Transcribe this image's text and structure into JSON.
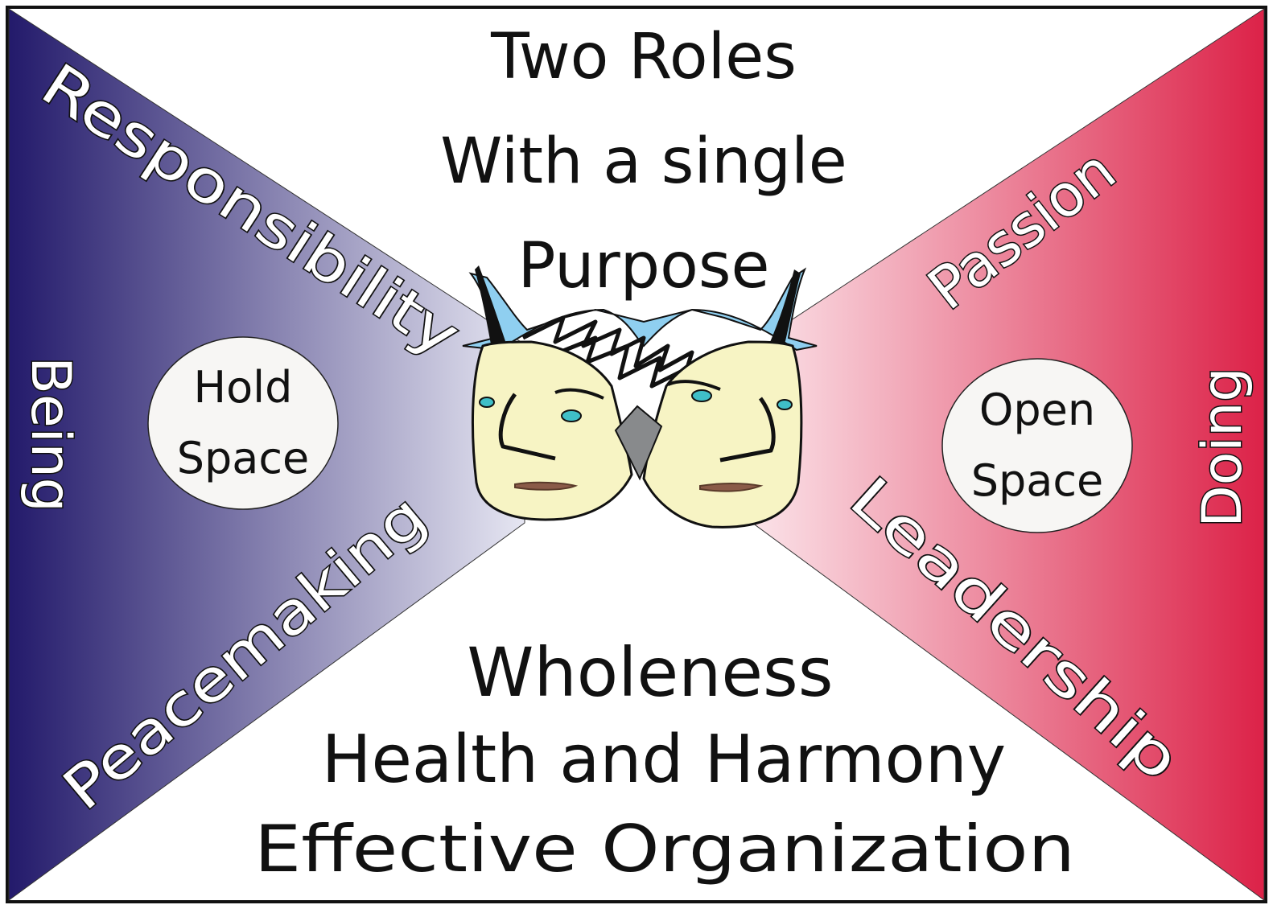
{
  "top_text": [
    "Two Roles",
    "With a single",
    "Purpose"
  ],
  "bottom_text": [
    "Wholeness",
    "Health and Harmony",
    "Effective Organization"
  ],
  "left_panel": {
    "diagonal_upper": "Responsibility",
    "diagonal_lower": "Peacemaking",
    "side": "Being",
    "oval": [
      "Hold",
      "Space"
    ]
  },
  "right_panel": {
    "diagonal_upper": "Passion",
    "diagonal_lower": "Leadership",
    "side": "Doing",
    "oval": [
      "Open",
      "Space"
    ]
  },
  "colors": {
    "left_dark": "#231a6b",
    "left_light": "#e6e6f2",
    "right_dark": "#dc2248",
    "right_light": "#fbe3e9",
    "face": "#f7f4c4",
    "hair": "#8fcff0"
  }
}
